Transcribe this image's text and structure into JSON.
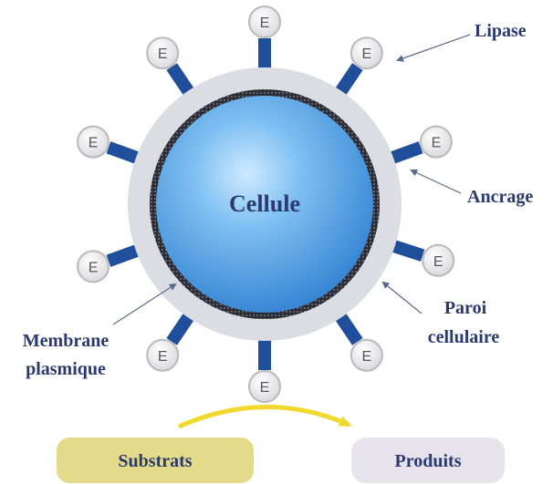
{
  "cell": {
    "label": "Cellule"
  },
  "labels": {
    "lipase": "Lipase",
    "ancrage": "Ancrage",
    "paroi_line1": "Paroi",
    "paroi_line2": "cellulaire",
    "membrane_line1": "Membrane",
    "membrane_line2": "plasmique"
  },
  "enzyme_letter": "E",
  "boxes": {
    "substrats": "Substrats",
    "produits": "Produits"
  },
  "colors": {
    "cell_inner": "#5aa8e8",
    "cell_wall": "#dcdde3",
    "membrane": "#3a3a4a",
    "anchor": "#1f4e9a",
    "label_text": "#2a3a6e",
    "arrow": "#f2e34a",
    "substrats_box": "#e4db8a",
    "produits_box": "#e6e3ec"
  }
}
